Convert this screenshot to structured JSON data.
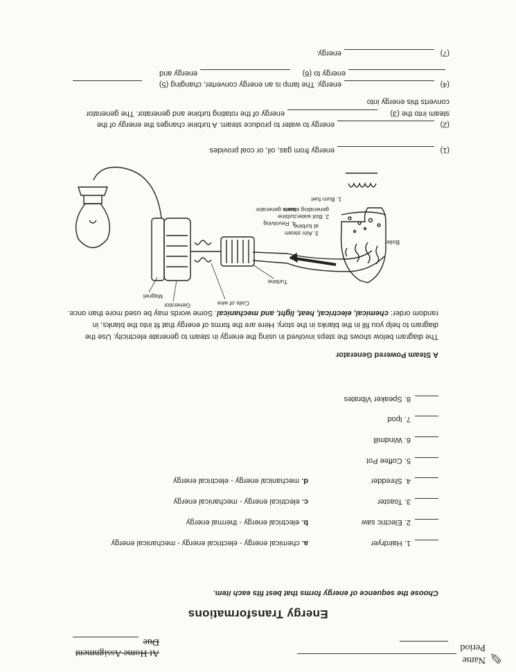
{
  "header": {
    "name_label": "Name",
    "period_label": "Period",
    "assignment_label": "At Home Assignment",
    "due_label": "Due"
  },
  "title": "Energy Transformations",
  "instructions": "Choose the sequence of energy forms that best fits each item.",
  "items": [
    {
      "label": "1. Hairdryer"
    },
    {
      "label": "2. Electric saw"
    },
    {
      "label": "3. Toaster"
    },
    {
      "label": "4. Shredder"
    },
    {
      "label": "5. Coffee Pot"
    },
    {
      "label": "6. Windmill"
    },
    {
      "label": "7. Ipod"
    },
    {
      "label": "8. Speaker Vibrates"
    }
  ],
  "choices": [
    {
      "letter": "a.",
      "text": "chemical energy - electrical energy - mechanical energy"
    },
    {
      "letter": "b.",
      "text": "electrical energy - thermal energy"
    },
    {
      "letter": "c.",
      "text": "electrical energy - mechanical energy"
    },
    {
      "letter": "d.",
      "text": "mechanical energy - electrical energy"
    }
  ],
  "section2": {
    "heading": "A Steam Powered Generator",
    "intro_line1": "The diagram below shows the steps involved in using the energy in steam to generate electricity.  Use the",
    "intro_line2": "diagram to help you fill in the blanks in the story.  Here are the forms of energy that fit into the blanks, in",
    "intro_line3_start": "random order: ",
    "intro_forms": "chemical, electrical, heat, light, and mechanical",
    "intro_line3_end": ".  Some words may be used more than once."
  },
  "diagram": {
    "boiler": "Boiler",
    "burn_fuel": "1. Burn fuel",
    "boil_water_1": "2. Boil water,",
    "boil_water_2": "generating steam",
    "aim_steam_1": "3. Aim steam",
    "aim_steam_2": "at turbine",
    "revolving_1": "4. Revolving",
    "revolving_2": "turbine",
    "revolving_3": "turns generator",
    "turbine": "Turbine",
    "coils": "Coils of wire",
    "generator": "Generator",
    "magnet": "Magnet"
  },
  "story": {
    "s1_num": "(1)",
    "s1_text": "energy from gas, oil, or coal provides",
    "s2_num": "(2)",
    "s2_text": "energy to water to produce steam.  A turbine changes the energy of the",
    "s3_pre": "steam into the (3)",
    "s3_text": "energy of the rotating turbine and generator.  The generator",
    "s3b": "converts this energy into",
    "s4_num": "(4)",
    "s4_text": "energy.  The lamp is an energy converter, changing (5)",
    "s5_pre": "energy to (6)",
    "s5_text": "energy and",
    "s7_num": "(7)",
    "s7_text": "energy."
  }
}
